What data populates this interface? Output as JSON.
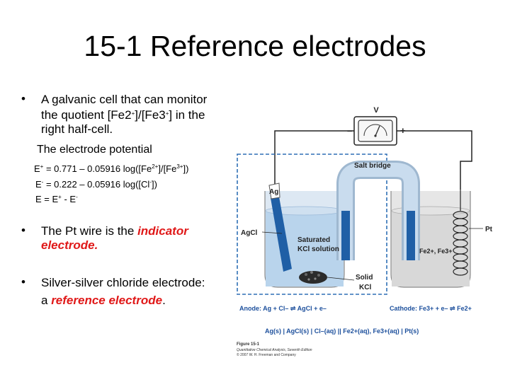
{
  "title": "15-1 Reference electrodes",
  "bullets": {
    "b1_line1": "A galvanic cell that can monitor",
    "b1_line2a": "the quotient [Fe2",
    "b1_plus1": "+",
    "b1_line2b": "]/[Fe3",
    "b1_plus2": "+",
    "b1_line2c": "] in the",
    "b1_line3": "right half-cell.",
    "potential_label": "The electrode potential",
    "b2_pre": "The Pt wire is the ",
    "b2_red1": "indicator",
    "b2_red2": "electrode.",
    "b3_line1": "Silver-silver chloride electrode:",
    "b3_pre": "a ",
    "b3_red": "reference electrode",
    "b3_post": "."
  },
  "equations": {
    "e1_a": "E",
    "e1_sup1": "+",
    "e1_b": " = 0.771 – 0.05916 log([Fe",
    "e1_sup2": "2+",
    "e1_c": "]/[Fe",
    "e1_sup3": "3+",
    "e1_d": "])",
    "e2_a": "E",
    "e2_sup1": "-",
    "e2_b": " = 0.222 – 0.05916 log([Cl",
    "e2_sup2": "-",
    "e2_c": "])",
    "e3_a": "E = E",
    "e3_sup1": "+",
    "e3_b": " - E",
    "e3_sup2": "-"
  },
  "diagram": {
    "meter": "V",
    "minus": "–",
    "plus": "+",
    "salt_bridge": "Salt bridge",
    "ag": "Ag",
    "agcl": "AgCl",
    "saturated": "Saturated",
    "kcl_solution": "KCl solution",
    "solid": "Solid",
    "kcl": "KCl",
    "pt": "Pt",
    "fe_ions": "Fe2+, Fe3+",
    "anode": "Anode: Ag + Cl– ⇌ AgCl + e–",
    "cathode": "Cathode: Fe3+ + e– ⇌ Fe2+",
    "cell_notation": "Ag(s) | AgCl(s) | Cl–(aq) || Fe2+(aq), Fe3+(aq) | Pt(s)",
    "fig_label": "Figure 15-1",
    "fig_book": "Quantitative Chemical Analysis, Seventh Edition",
    "fig_copy": "© 2007 W. H. Freeman and Company"
  },
  "colors": {
    "liquid": "#b9d4ec",
    "electrode_blue": "#1f5fa6",
    "dashed_box": "#2f6fb5",
    "label_blue": "#1c4f9c"
  }
}
